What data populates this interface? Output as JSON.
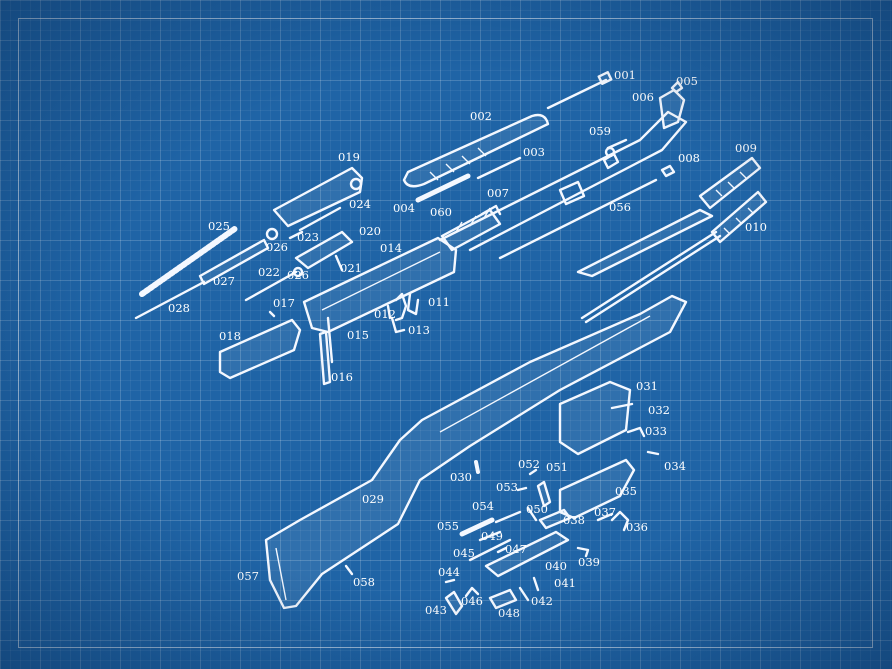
{
  "part_numbers": {
    "p001": "001",
    "p002": "002",
    "p003": "003",
    "p004": "004",
    "p005": "005",
    "p006": "006",
    "p007": "007",
    "p008": "008",
    "p009": "009",
    "p010": "010",
    "p011": "011",
    "p012": "012",
    "p013": "013",
    "p014": "014",
    "p015": "015",
    "p016": "016",
    "p017": "017",
    "p018": "018",
    "p019": "019",
    "p020": "020",
    "p021": "021",
    "p022": "022",
    "p023": "023",
    "p024": "024",
    "p025": "025",
    "p026": "026",
    "p027": "027",
    "p028": "028",
    "p029": "029",
    "p030": "030",
    "p031": "031",
    "p032": "032",
    "p033": "033",
    "p034": "034",
    "p035": "035",
    "p036": "036",
    "p037": "037",
    "p038": "038",
    "p039": "039",
    "p040": "040",
    "p041": "041",
    "p042": "042",
    "p043": "043",
    "p044": "044",
    "p045": "045",
    "p046": "046",
    "p047": "047",
    "p048": "048",
    "p049": "049",
    "p050": "050",
    "p051": "051",
    "p052": "052",
    "p053": "053",
    "p054": "054",
    "p055": "055",
    "p056": "056",
    "p057": "057",
    "p058": "058",
    "p059": "059",
    "p060": "060"
  },
  "colors": {
    "background": "#1f64a6",
    "grid": "#ffffff",
    "lines": "#f4f8ff"
  }
}
